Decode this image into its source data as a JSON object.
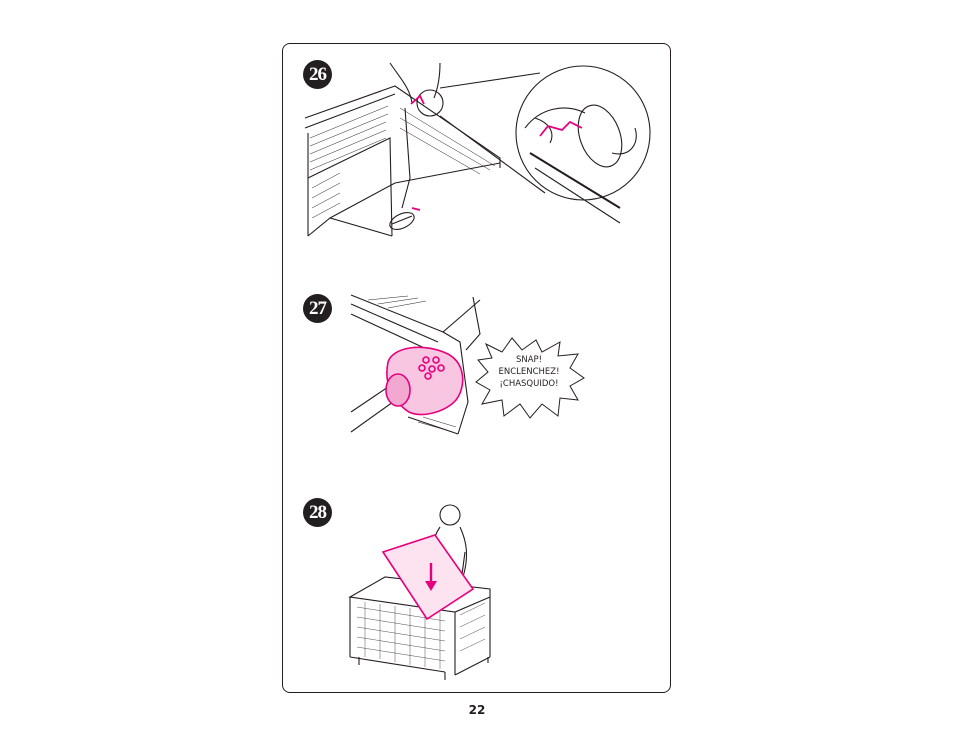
{
  "steps": [
    {
      "number": "26"
    },
    {
      "number": "27"
    },
    {
      "number": "28"
    }
  ],
  "snap_callout": {
    "line1": "SNAP!",
    "line2": "ENCLENCHEZ!",
    "line3": "¡CHASQUIDO!"
  },
  "page_number": "22",
  "colors": {
    "accent_magenta": "#e6007e",
    "line": "#231f20"
  }
}
